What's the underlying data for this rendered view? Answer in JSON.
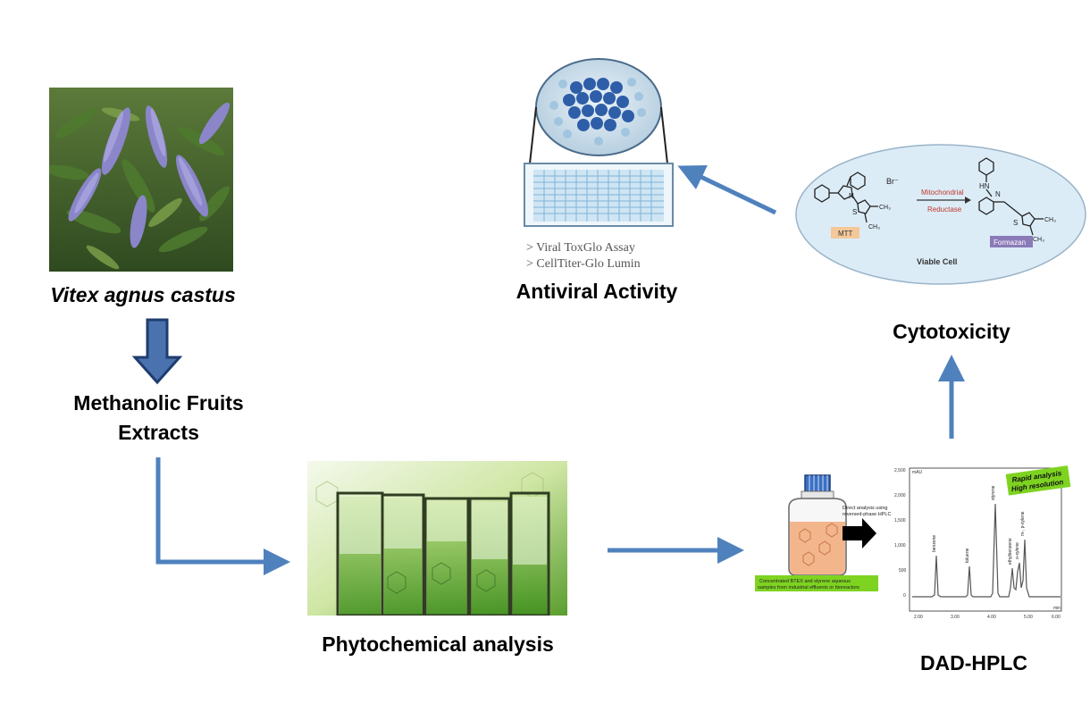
{
  "labels": {
    "plant": "Vitex agnus castus",
    "extract_line1": "Methanolic Fruits",
    "extract_line2": "Extracts",
    "phyto": "Phytochemical analysis",
    "hplc": "DAD-HPLC",
    "cyto": "Cytotoxicity",
    "antiviral": "Antiviral Activity"
  },
  "antiviral_panel": {
    "assay1": "> Viral ToxGlo Assay",
    "assay2": "> CellTiter-Glo Lumin"
  },
  "mtt_panel": {
    "br": "Br⁻",
    "enzyme_line1": "Mitochondrial",
    "enzyme_line2": "Reductase",
    "mtt": "MTT",
    "formazan": "Formazan",
    "viable": "Viable Cell"
  },
  "hplc_panel": {
    "badge_line1": "Rapid analysis",
    "badge_line2": "High resolution",
    "direct_line1": "Direct analysis using",
    "direct_line2": "reversed-phase HPLC",
    "caption_line1": "Concentrated BTEX and styrene aqueous",
    "caption_line2": "samples from industrial effluents or bioreactors",
    "y_unit": "mAU",
    "x_unit": "min",
    "y_ticks": [
      "2,500",
      "2,000",
      "1,500",
      "1,000",
      "500",
      "0"
    ],
    "x_ticks": [
      "2.00",
      "3.00",
      "4.00",
      "5.00",
      "6.00"
    ],
    "peaks": [
      "benzene",
      "toluene",
      "styrene",
      "ethylbenzene",
      "o-xylene",
      "m-, p-xylene"
    ]
  },
  "colors": {
    "arrow_blue": "#4f81bd",
    "down_arrow_fill": "#4a72ae",
    "down_arrow_stroke": "#1f3c6e",
    "ellipse_fill": "#dcecf7",
    "badge_green": "#7ed321",
    "chromatogram_line": "#555555"
  },
  "icons": [
    "plant-photo",
    "multiwell-plate-icon",
    "mtt-reaction-diagram",
    "test-tubes-photo",
    "sample-bottle-icon",
    "chromatogram-plot"
  ]
}
